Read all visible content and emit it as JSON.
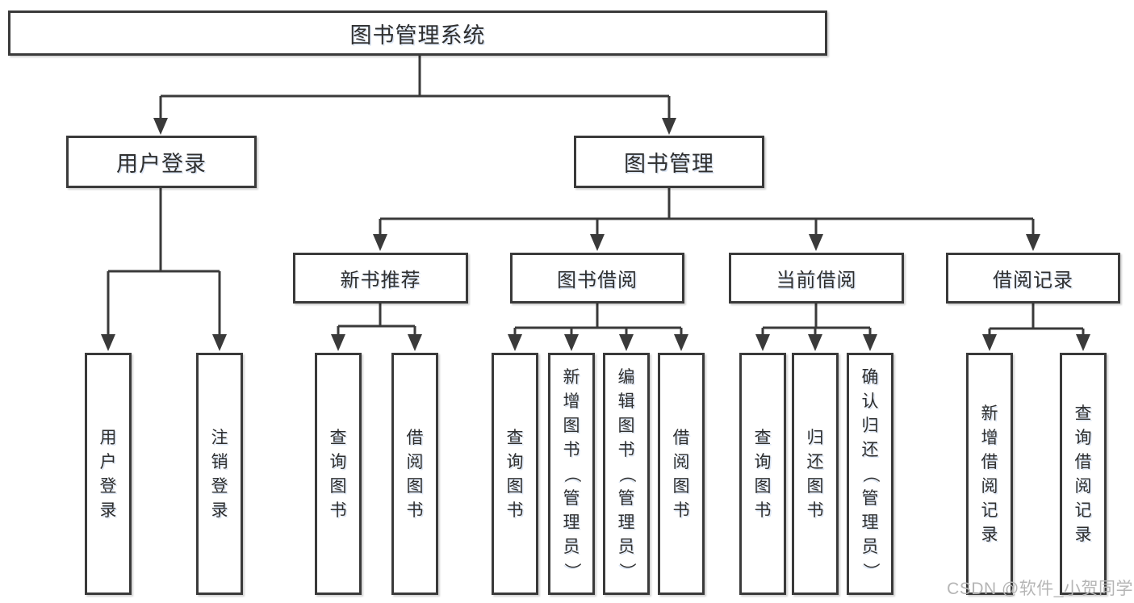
{
  "diagram": {
    "root": "图书管理系统",
    "branches": [
      {
        "label": "用户登录",
        "leaves": [
          "用户登录",
          "注销登录"
        ]
      },
      {
        "label": "图书管理",
        "groups": [
          {
            "label": "新书推荐",
            "leaves": [
              "查询图书",
              "借阅图书"
            ]
          },
          {
            "label": "图书借阅",
            "leaves": [
              "查询图书",
              "新增图书（管理员）",
              "编辑图书（管理员）",
              "借阅图书"
            ]
          },
          {
            "label": "当前借阅",
            "leaves": [
              "查询图书",
              "归还图书",
              "确认归还（管理员）"
            ]
          },
          {
            "label": "借阅记录",
            "leaves": [
              "新增借阅记录",
              "查询借阅记录"
            ]
          }
        ]
      }
    ]
  },
  "watermark": {
    "text": "CSDN @软件_小贺同学"
  },
  "colors": {
    "line": "#3a3a3a",
    "text": "#2f2f2f",
    "watermark": "#b5b5b5",
    "background": "#ffffff"
  }
}
